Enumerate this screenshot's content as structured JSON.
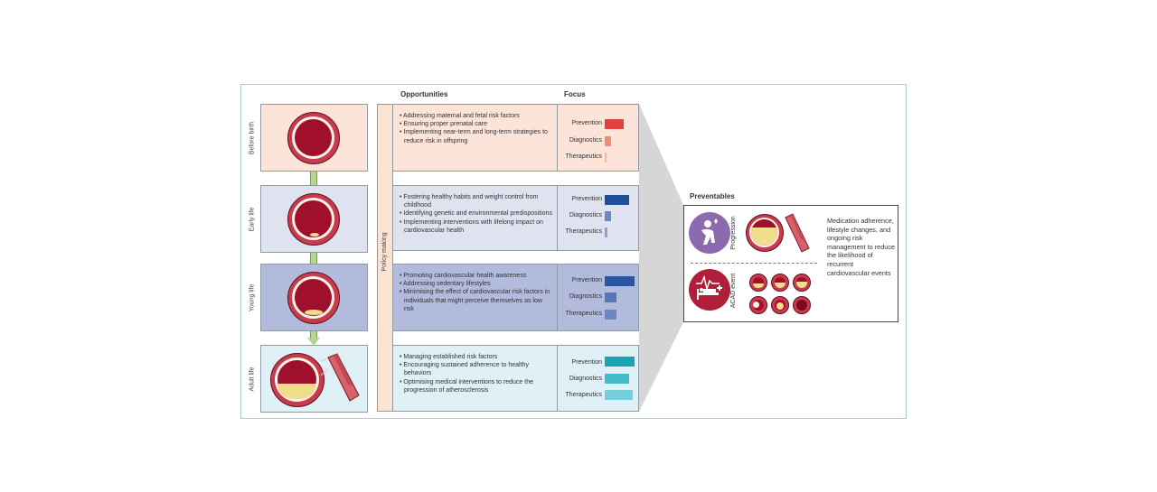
{
  "headers": {
    "opportunities": "Opportunities",
    "focus": "Focus"
  },
  "policy_label": "Policy making",
  "stages": [
    {
      "label": "Before birth",
      "box_color": "#fce4d9",
      "opportunities": [
        "Addressing maternal and fetal risk factors",
        "Ensuring proper prenatal care",
        "Implementing near-term and long-term strategies to reduce risk in offspring"
      ],
      "focus": [
        {
          "label": "Prevention",
          "level": 0.65,
          "color": "#e2413f"
        },
        {
          "label": "Diagnostics",
          "level": 0.22,
          "color": "#f08b7a"
        },
        {
          "label": "Therapeutics",
          "level": 0.04,
          "color": "#f6b5a7"
        }
      ]
    },
    {
      "label": "Early life",
      "box_color": "#dfe3f0",
      "opportunities": [
        "Fostering healthy habits and weight control from childhood",
        "Identifying genetic and environmental predispositions",
        "Implementing interventions with lifelong impact on cardiovascular health"
      ],
      "focus": [
        {
          "label": "Prevention",
          "level": 0.82,
          "color": "#1f4f94"
        },
        {
          "label": "Diagnostics",
          "level": 0.2,
          "color": "#6e86bf"
        },
        {
          "label": "Therapeutics",
          "level": 0.1,
          "color": "#8fa3d2"
        }
      ]
    },
    {
      "label": "Young life",
      "box_color": "#b2bbdc",
      "opportunities": [
        "Promoting cardiovascular health awareness",
        "Addressing sedentary lifestyles",
        "Minimising the effect of cardiovascular risk factors in individuals that might perceive themselves as low risk"
      ],
      "focus": [
        {
          "label": "Prevention",
          "level": 1.0,
          "color": "#2a56a0"
        },
        {
          "label": "Diagnostics",
          "level": 0.4,
          "color": "#5577b8"
        },
        {
          "label": "Therapeutics",
          "level": 0.4,
          "color": "#6b88c2"
        }
      ]
    },
    {
      "label": "Adult life",
      "box_color": "#dff0f6",
      "opportunities": [
        "Managing established risk factors",
        "Encouraging sustained adherence to healthy behaviors",
        "Optimising medical interventions to reduce the progression of atherosclerosis"
      ],
      "focus": [
        {
          "label": "Prevention",
          "level": 1.0,
          "color": "#1aa3b5"
        },
        {
          "label": "Diagnostics",
          "level": 0.82,
          "color": "#46bccb"
        },
        {
          "label": "Therapeutics",
          "level": 0.95,
          "color": "#74cfdb"
        }
      ]
    }
  ],
  "preventables": {
    "title": "Preventables",
    "rows": [
      {
        "label": "Progression",
        "color": "#8c6aaf"
      },
      {
        "label": "ACAD event",
        "color": "#b01e3a"
      }
    ],
    "description": "Medication adherence, lifestyle changes, and ongoing risk management to reduce the likelihood of recurrent cardiovascular events"
  },
  "colors": {
    "frame_border": "#a9cfc6",
    "arrow": "#b6d48f",
    "vessel_wall": "#c93a4c",
    "vessel_lumen": "#a0102c",
    "plaque": "#f2dd8f",
    "policy_bar": "#fbe3d4",
    "funnel": "#d6d6d6"
  }
}
